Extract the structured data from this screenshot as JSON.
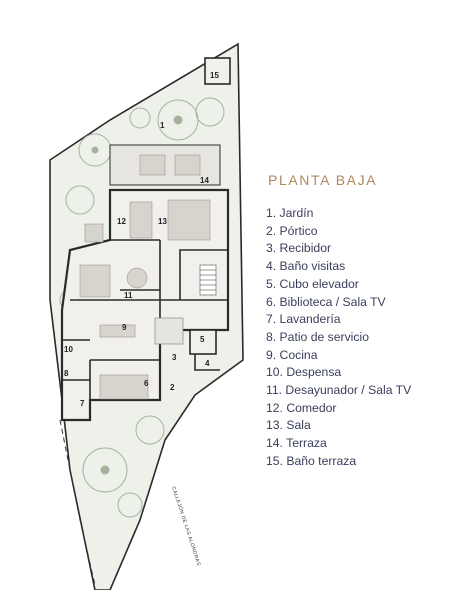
{
  "title": "PLANTA BAJA",
  "street_label": "CALLEJÓN DE LAS ALONDRAS",
  "rooms": [
    {
      "num": "1",
      "label": "1. Jardín"
    },
    {
      "num": "2",
      "label": "2. Pórtico"
    },
    {
      "num": "3",
      "label": "3. Recibidor"
    },
    {
      "num": "4",
      "label": "4. Baño visitas"
    },
    {
      "num": "5",
      "label": "5. Cubo elevador"
    },
    {
      "num": "6",
      "label": "6. Biblioteca / Sala TV"
    },
    {
      "num": "7",
      "label": "7. Lavandería"
    },
    {
      "num": "8",
      "label": "8. Patio de servicio"
    },
    {
      "num": "9",
      "label": "9. Cocina"
    },
    {
      "num": "10",
      "label": "10. Despensa"
    },
    {
      "num": "11",
      "label": "11. Desayunador / Sala TV"
    },
    {
      "num": "12",
      "label": "12. Comedor"
    },
    {
      "num": "13",
      "label": "13. Sala"
    },
    {
      "num": "14",
      "label": "14. Terraza"
    },
    {
      "num": "15",
      "label": "15. Baño terraza"
    }
  ],
  "colors": {
    "title": "#b08a5c",
    "legend_text": "#3a3f5c",
    "wall": "#2a2a2a",
    "garden": "#eef1ea",
    "tree": "#a6b39c",
    "floor": "#f2f0ec"
  }
}
